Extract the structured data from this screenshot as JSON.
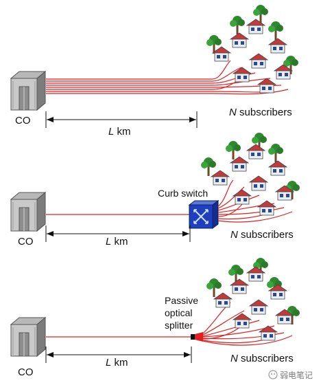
{
  "panels": [
    {
      "co_label": "CO",
      "distance_var": "L",
      "distance_unit": "km",
      "subscribers_var": "N",
      "subscribers_text": "subscribers"
    },
    {
      "co_label": "CO",
      "distance_var": "L",
      "distance_unit": "km",
      "device_label": "Curb switch",
      "subscribers_var": "N",
      "subscribers_text": "subscribers"
    },
    {
      "co_label": "CO",
      "distance_var": "L",
      "distance_unit": "km",
      "device_label_lines": [
        "Passive",
        "optical",
        "splitter"
      ],
      "subscribers_var": "N",
      "subscribers_text": "subscribers"
    }
  ],
  "watermark": {
    "text": "弱电笔记"
  },
  "colors": {
    "fiber": "#e02020",
    "switch": "#1f3fbf",
    "co_building": "#8a8a8a"
  }
}
